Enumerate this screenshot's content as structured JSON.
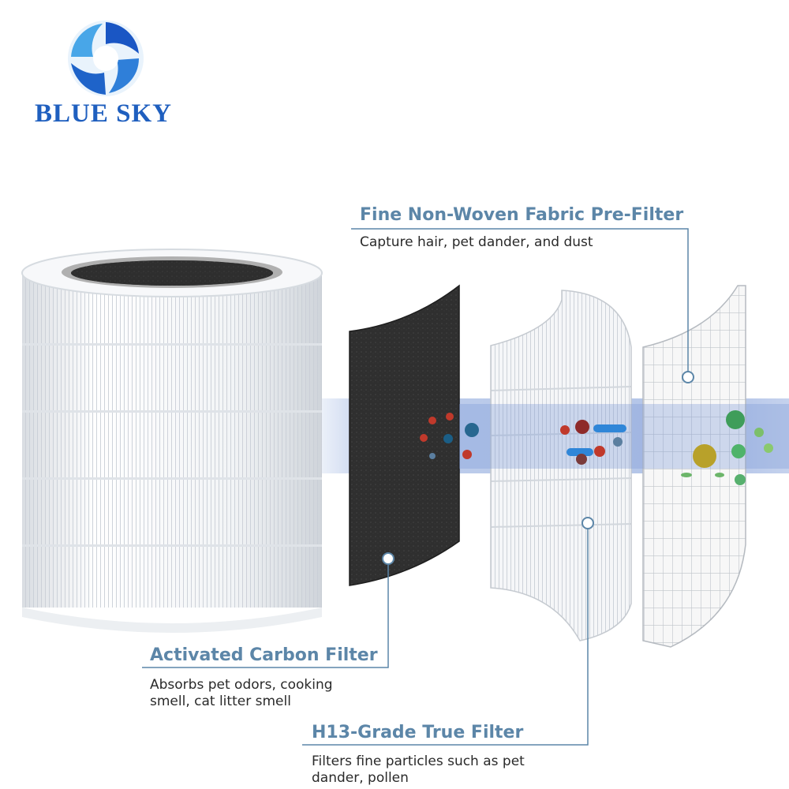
{
  "brand": {
    "name": "Blue Sky",
    "wordmark": "BLUE SKY",
    "logo_icon": "blue-swirl-logo-icon",
    "color": "#1f5fbf"
  },
  "callouts": {
    "pre_filter": {
      "title": "Fine Non-Woven Fabric Pre-Filter",
      "description": "Capture hair, pet dander, and dust"
    },
    "carbon_filter": {
      "title": "Activated Carbon Filter",
      "description_lines": [
        "Absorbs pet odors, cooking",
        "smell, cat litter smell"
      ]
    },
    "true_filter": {
      "title": "H13-Grade True Filter",
      "description_lines": [
        "Filters fine particles such as pet",
        "dander, pollen"
      ]
    }
  },
  "colors": {
    "accent": "#5c86a8",
    "airflow": "#7f9ed6",
    "carbon": "#2e2e2e"
  }
}
